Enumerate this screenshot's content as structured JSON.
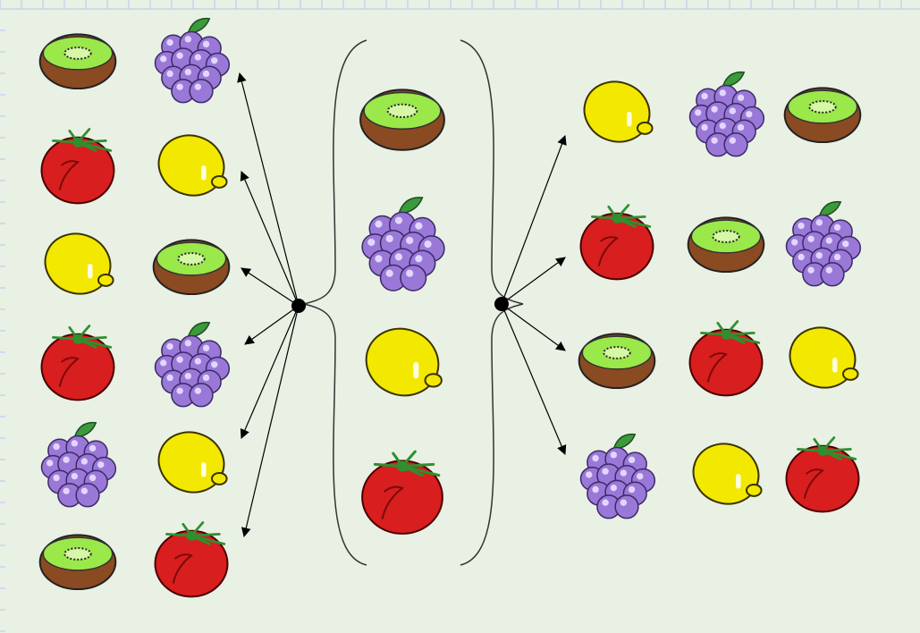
{
  "colors": {
    "background": "#e9f0e4",
    "grid_line": "#b8c6ee",
    "kiwi_flesh": "#9be84a",
    "kiwi_skin": "#8a4a22",
    "grape": "#9a78d8",
    "grape_leaf": "#3b9a3b",
    "lemon": "#f3e800",
    "tomato": "#d81e1e",
    "tomato_stem": "#2f8f2f",
    "line": "#000000"
  },
  "diagram": {
    "center_set": [
      "kiwi",
      "grapes",
      "lemon",
      "tomato"
    ],
    "left_pairs": [
      [
        "kiwi",
        "grapes"
      ],
      [
        "tomato",
        "lemon"
      ],
      [
        "lemon",
        "kiwi"
      ],
      [
        "tomato",
        "grapes"
      ],
      [
        "grapes",
        "lemon"
      ],
      [
        "kiwi",
        "tomato"
      ]
    ],
    "right_triples": [
      [
        "lemon",
        "grapes",
        "kiwi"
      ],
      [
        "tomato",
        "kiwi",
        "grapes"
      ],
      [
        "kiwi",
        "tomato",
        "lemon"
      ],
      [
        "grapes",
        "lemon",
        "tomato"
      ]
    ]
  }
}
